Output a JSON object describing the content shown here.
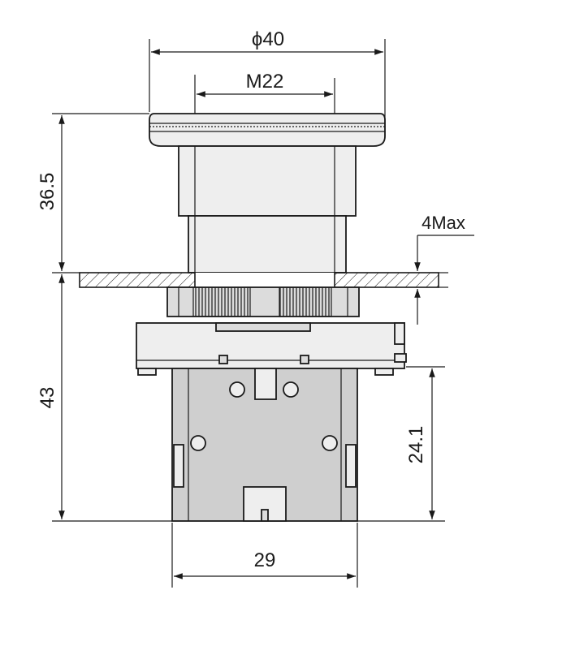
{
  "dimensions": {
    "diameter_40": "ϕ40",
    "thread_m22": "M22",
    "height_36_5": "36.5",
    "panel_4max": "4Max",
    "height_43": "43",
    "height_24_1": "24.1",
    "width_29": "29"
  },
  "colors": {
    "line": "#1a1a1a",
    "part_fill": "#e0e0e0",
    "panel_hatch": "#1a1a1a"
  }
}
